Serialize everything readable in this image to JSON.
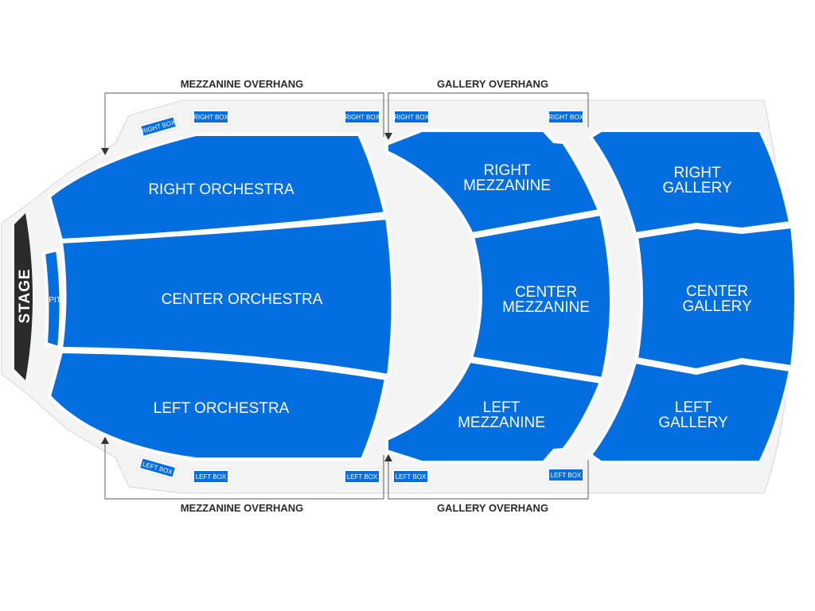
{
  "colors": {
    "section": "#036ee0",
    "floor": "#f4f4f4",
    "stage": "#2b2b2b",
    "label_dark": "#2b2b2b"
  },
  "stage": {
    "label": "STAGE"
  },
  "pit": {
    "label": "PIT"
  },
  "overhangs": {
    "mezzanine_top": "MEZZANINE OVERHANG",
    "gallery_top": "GALLERY OVERHANG",
    "mezzanine_bottom": "MEZZANINE OVERHANG",
    "gallery_bottom": "GALLERY OVERHANG"
  },
  "sections": {
    "right_orchestra": {
      "label": "RIGHT ORCHESTRA"
    },
    "center_orchestra": {
      "label": "CENTER ORCHESTRA"
    },
    "left_orchestra": {
      "label": "LEFT ORCHESTRA"
    },
    "right_mezzanine": {
      "line1": "RIGHT",
      "line2": "MEZZANINE"
    },
    "center_mezzanine": {
      "line1": "CENTER",
      "line2": "MEZZANINE"
    },
    "left_mezzanine": {
      "line1": "LEFT",
      "line2": "MEZZANINE"
    },
    "right_gallery": {
      "line1": "RIGHT",
      "line2": "GALLERY"
    },
    "center_gallery": {
      "line1": "CENTER",
      "line2": "GALLERY"
    },
    "left_gallery": {
      "line1": "LEFT",
      "line2": "GALLERY"
    }
  },
  "boxes": {
    "right": [
      "RIGHT BOX",
      "RIGHT BOX",
      "RIGHT BOX",
      "RIGHT BOX",
      "RIGHT BOX"
    ],
    "left": [
      "LEFT BOX",
      "LEFT BOX",
      "LEFT BOX",
      "LEFT BOX",
      "LEFT BOX"
    ]
  }
}
